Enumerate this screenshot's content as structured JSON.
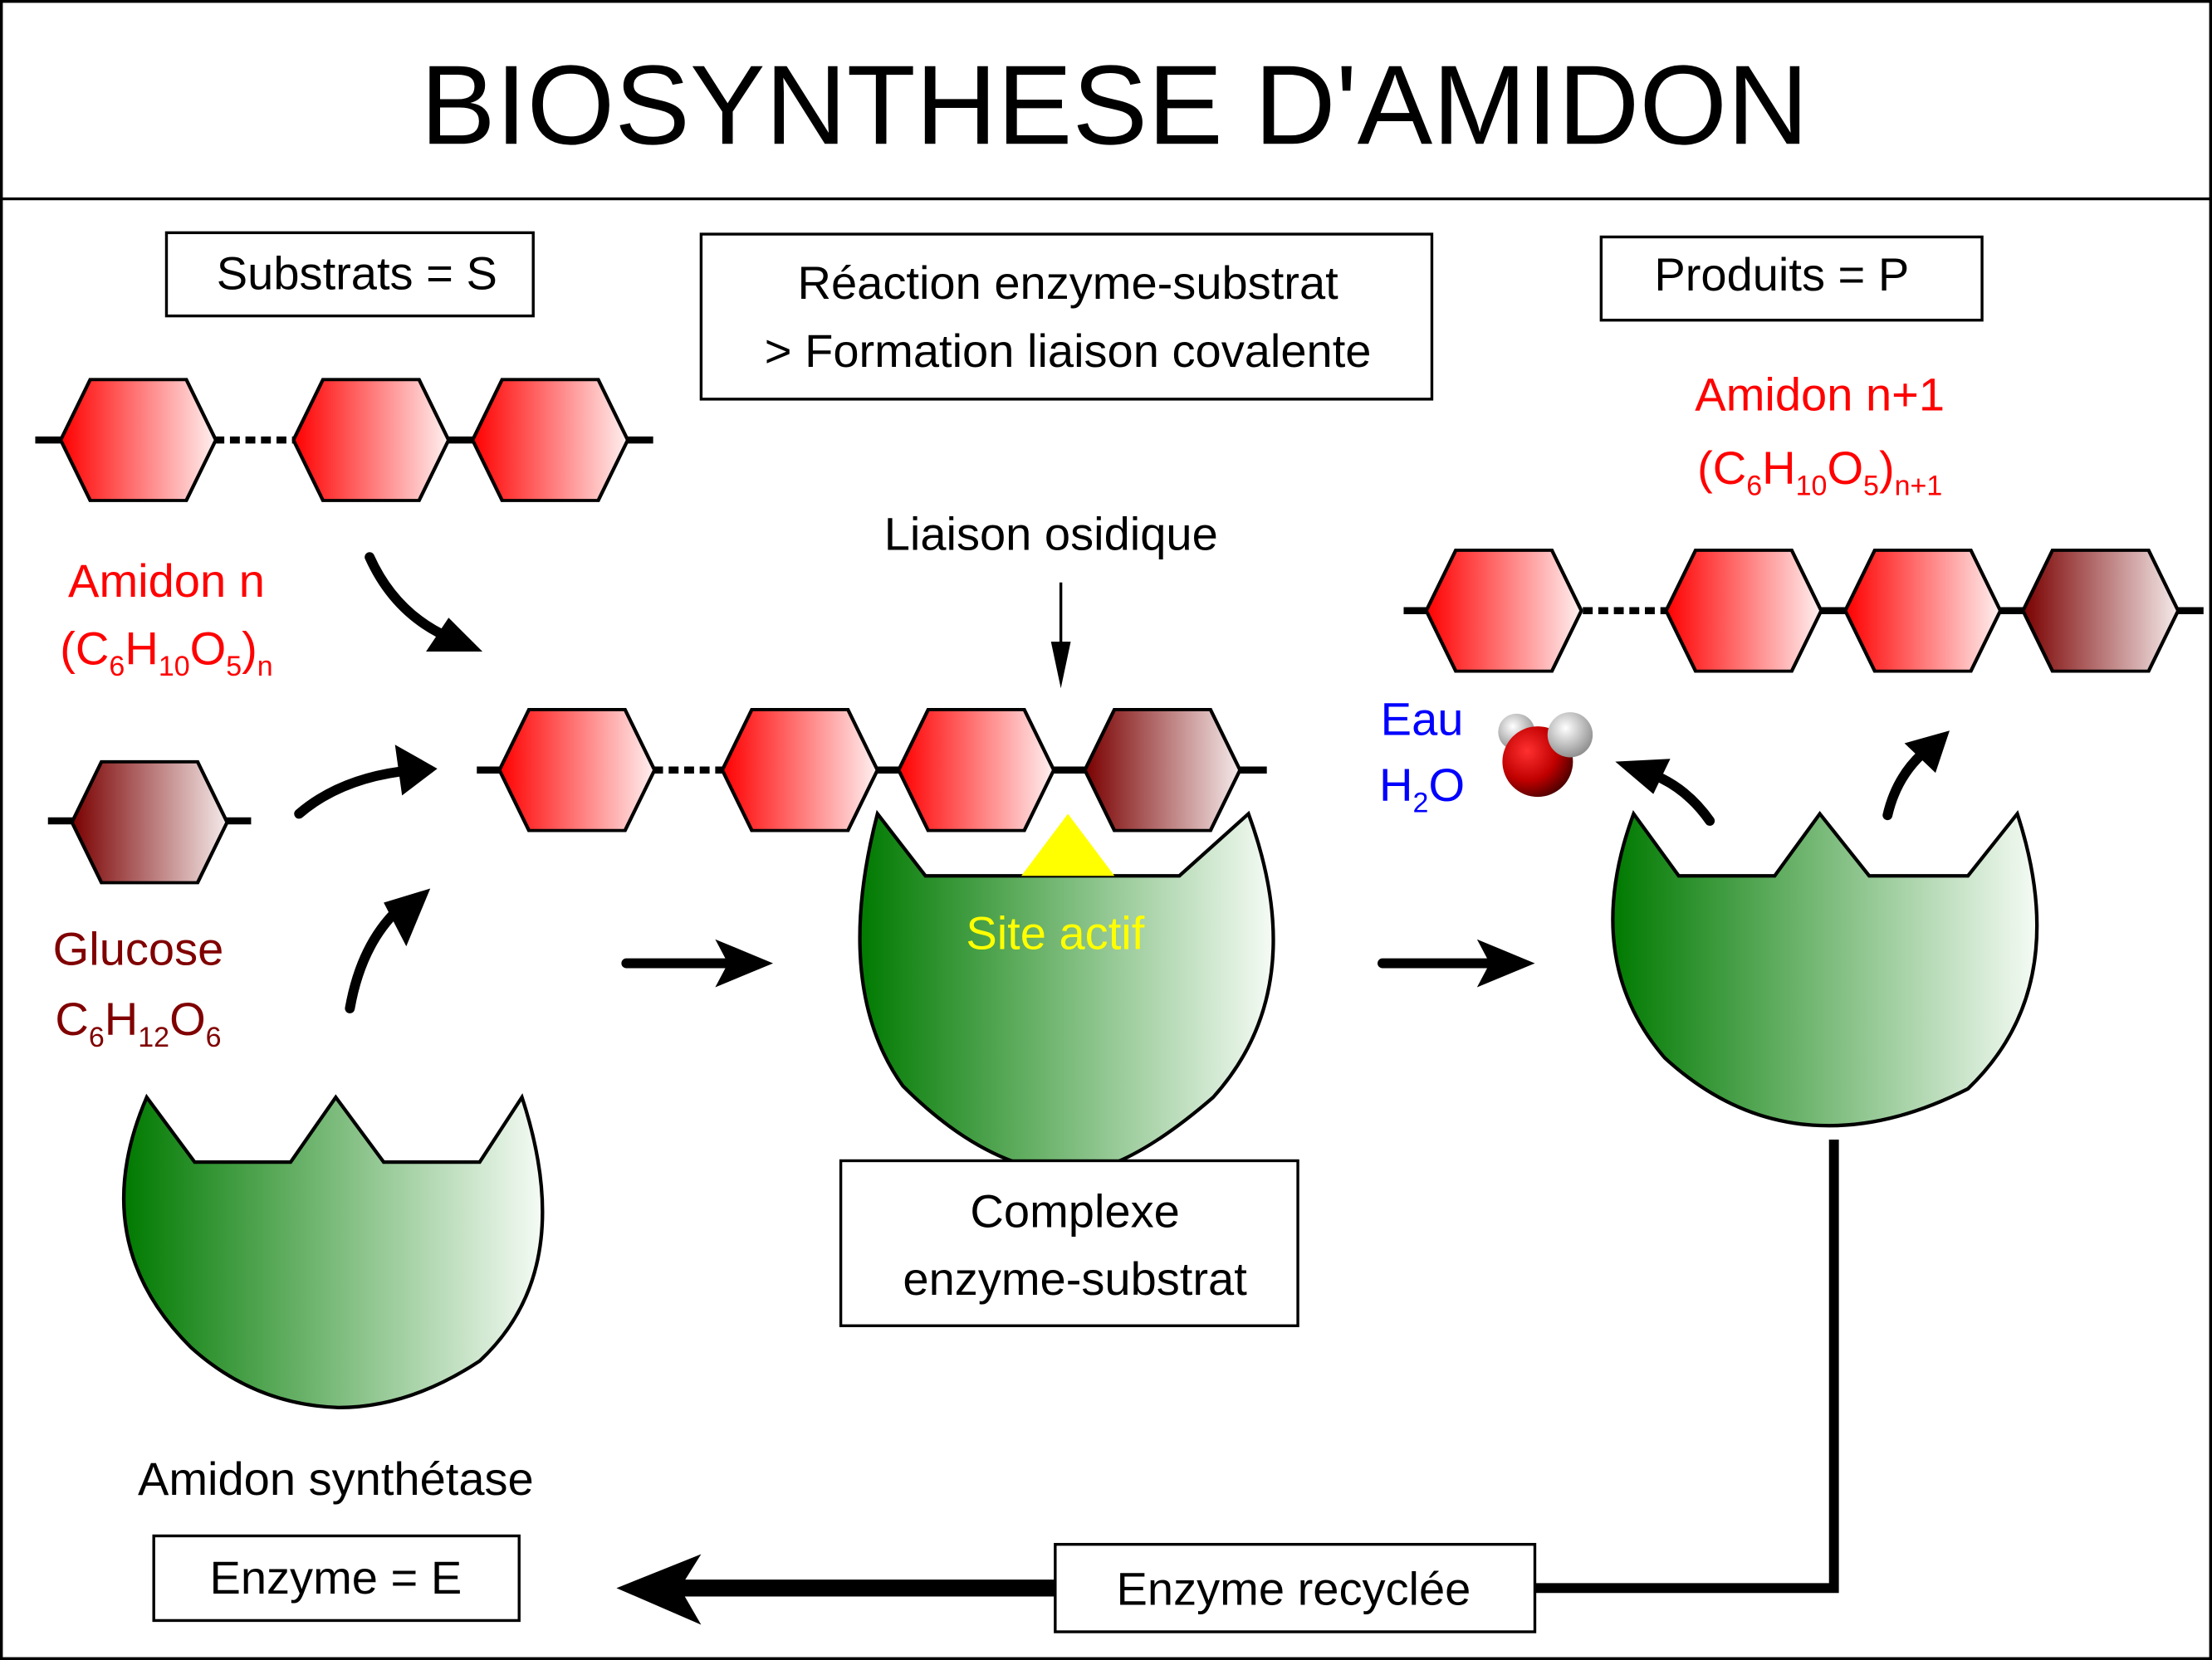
{
  "title": "BIOSYNTHESE D'AMIDON",
  "boxes": {
    "substrats": "Substrats = S",
    "reaction_line1": "Réaction enzyme-substrat",
    "reaction_line2": "> Formation liaison covalente",
    "produits": "Produits = P",
    "complexe_line1": "Complexe",
    "complexe_line2": "enzyme-substrat",
    "enzyme": "Enzyme = E",
    "recyclee": "Enzyme recyclée"
  },
  "labels": {
    "amidon_n": "Amidon n",
    "amidon_n_formula": {
      "open": "(C",
      "c": "6",
      "h": "H",
      "h_sub": "10",
      "o": "O",
      "o_sub": "5",
      "close": ")",
      "n": "n"
    },
    "glucose": "Glucose",
    "glucose_formula": {
      "c": "C",
      "c_sub": "6",
      "h": "H",
      "h_sub": "12",
      "o": "O",
      "o_sub": "6"
    },
    "liaison": "Liaison osidique",
    "site_actif": "Site actif",
    "amidon_n1": "Amidon n+1",
    "amidon_n1_formula": {
      "open": "(C",
      "c": "6",
      "h": "H",
      "h_sub": "10",
      "o": "O",
      "o_sub": "5",
      "close": ")",
      "n": "n+1"
    },
    "eau": "Eau",
    "h2o": {
      "h": "H",
      "sub": "2",
      "o": "O"
    },
    "synthetase": "Amidon synthétase"
  },
  "colors": {
    "amidon": "#ff0000",
    "glucose": "#800000",
    "eau": "#0000ff",
    "site_actif": "#ffff00",
    "enzyme": "#008000"
  }
}
